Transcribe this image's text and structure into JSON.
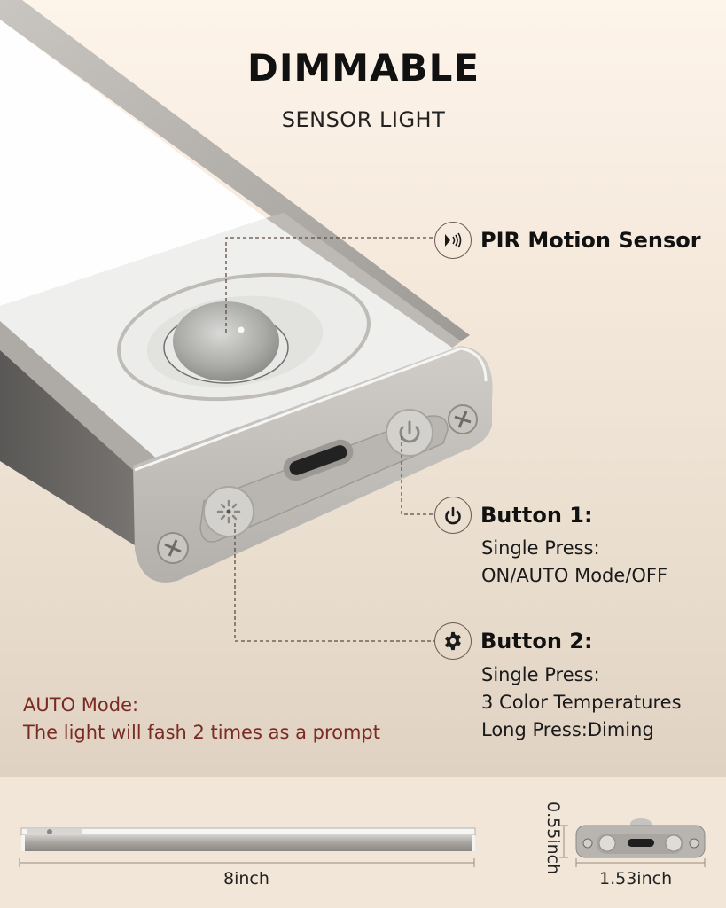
{
  "header": {
    "title": "DIMMABLE",
    "subtitle": "SENSOR LIGHT"
  },
  "callouts": {
    "pir": {
      "icon": "motion-sensor-icon",
      "title": "PIR Motion Sensor"
    },
    "button1": {
      "icon": "power-icon",
      "title": "Button 1:",
      "lines": [
        "Single Press:",
        "ON/AUTO Mode/OFF"
      ]
    },
    "button2": {
      "icon": "gear-icon",
      "title": "Button 2:",
      "lines": [
        "Single Press:",
        "3 Color Temperatures",
        "Long Press:Diming"
      ]
    }
  },
  "note": {
    "lines": [
      "AUTO Mode:",
      "The light will fash 2 times as a prompt"
    ],
    "color": "#7a2b22"
  },
  "dimensions": {
    "length": "8inch",
    "height": "0.55inch",
    "width": "1.53inch"
  },
  "colors": {
    "background_top": "#fdf4ea",
    "background_bottom": "#dacbbb",
    "bottom_panel": "#f1e6d8",
    "aluminum": "#b9b6b1",
    "housing_white": "#ececea"
  }
}
